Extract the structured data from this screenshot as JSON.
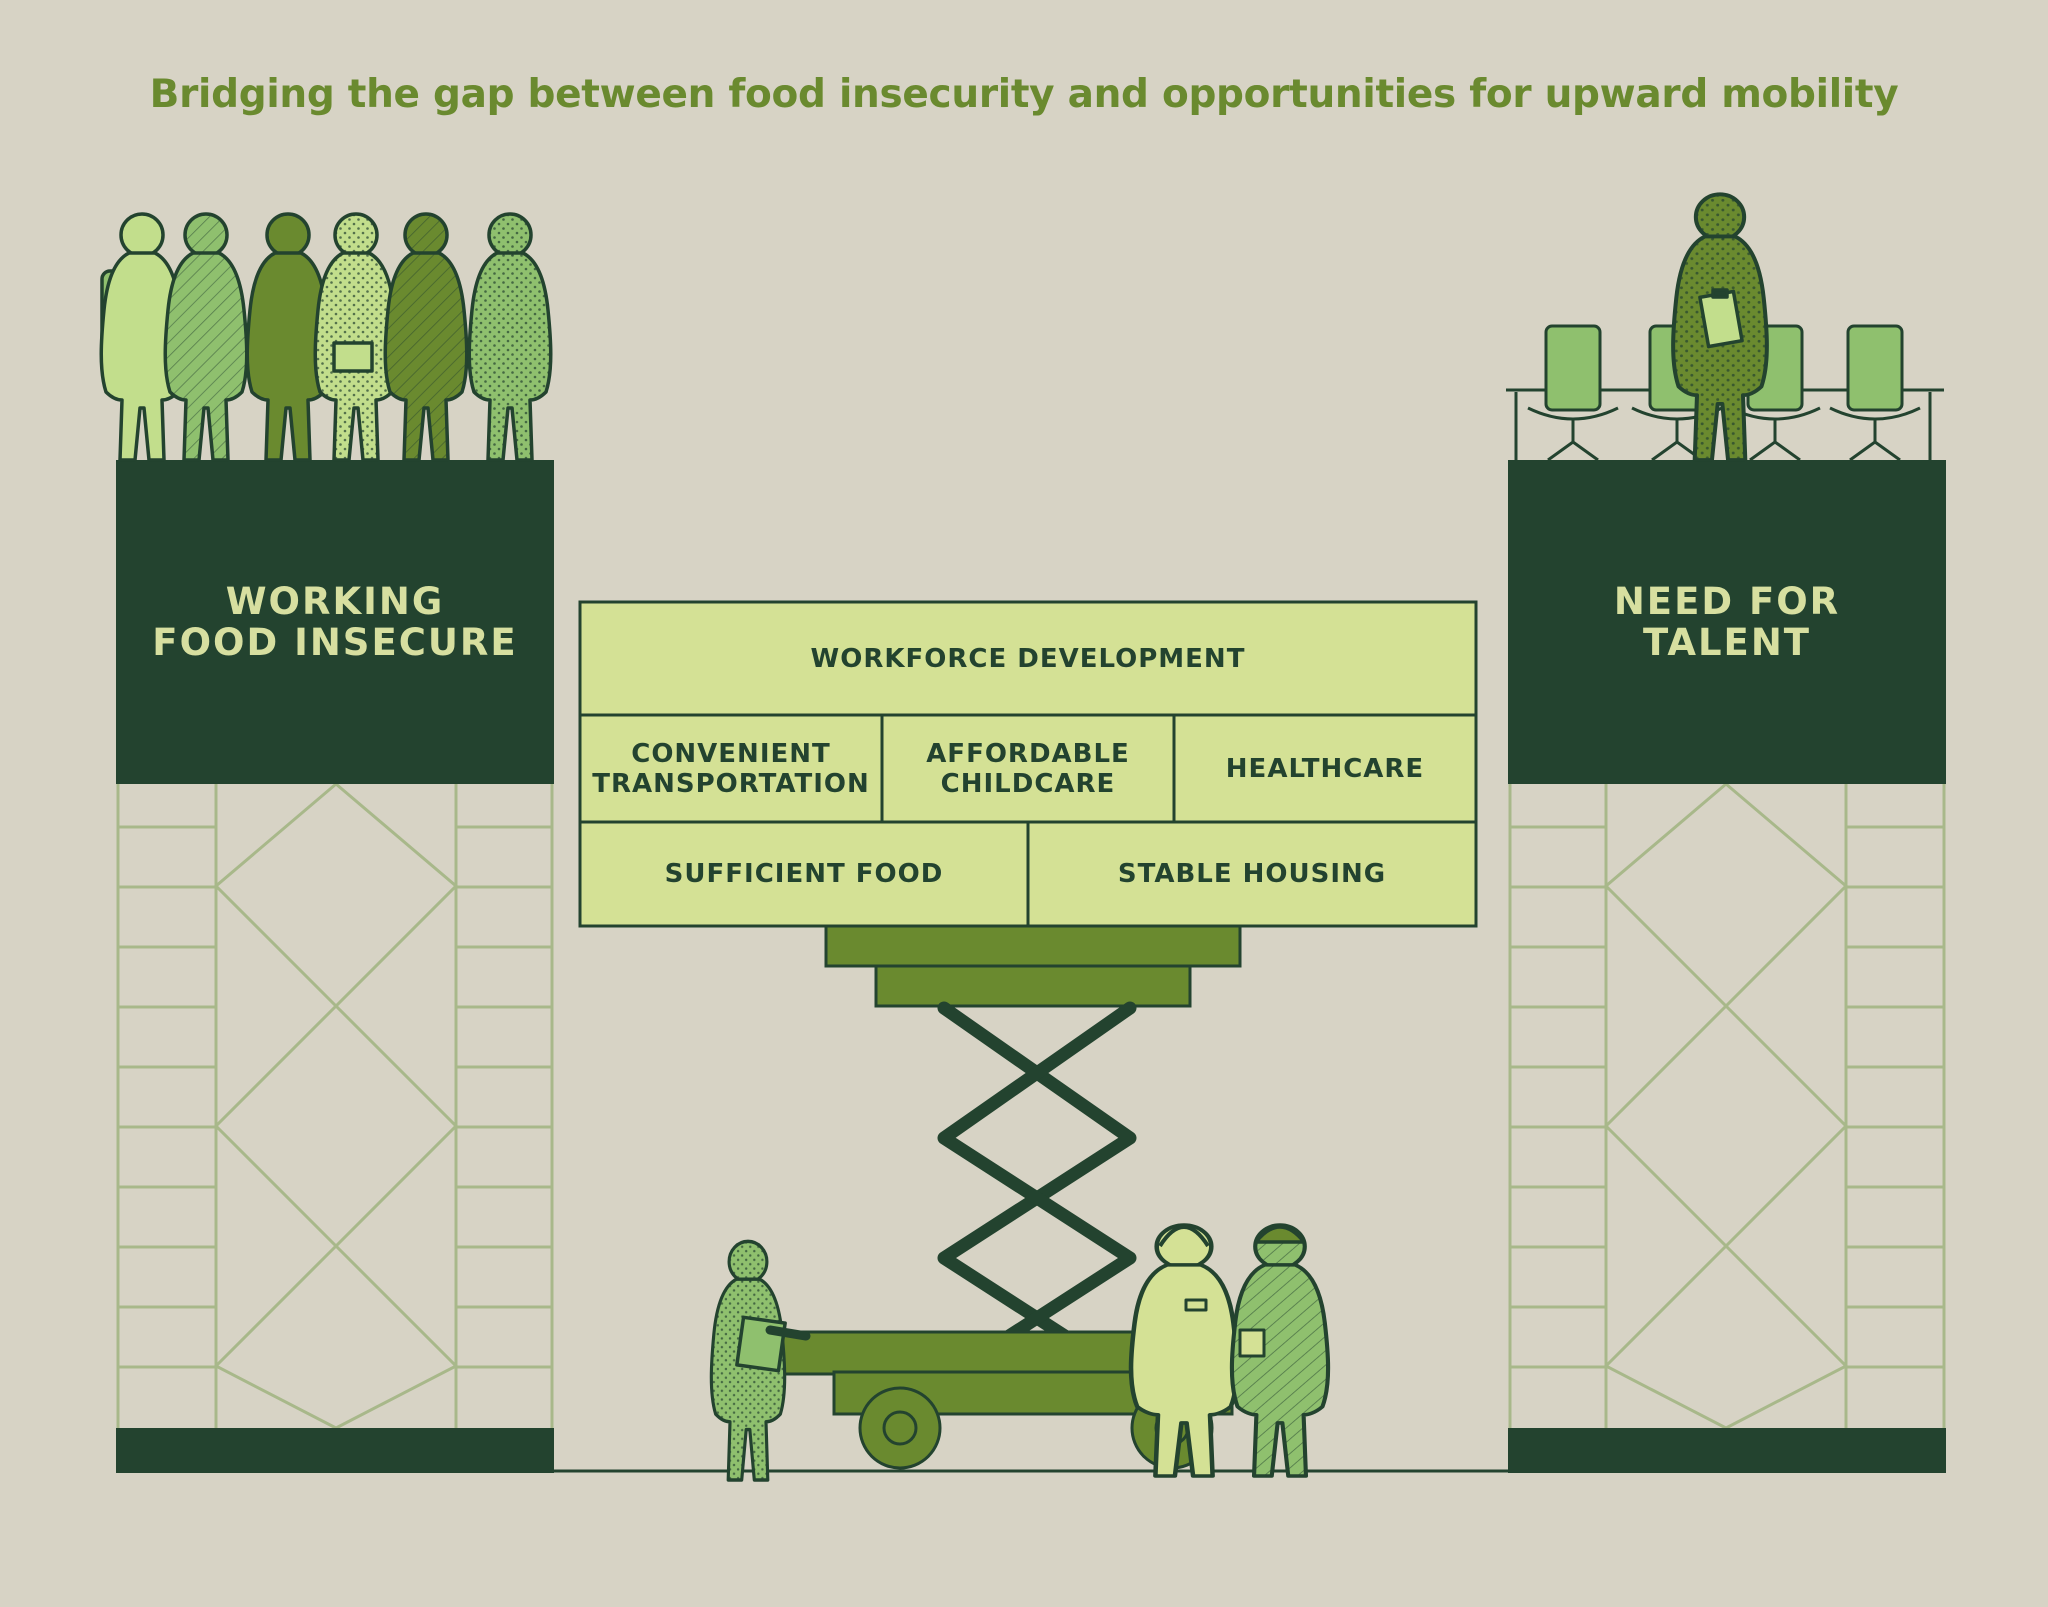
{
  "title": "Bridging the gap between food insecurity and opportunities for upward mobility",
  "left_tower": {
    "line1": "WORKING",
    "line2": "FOOD INSECURE"
  },
  "right_tower": {
    "line1": "NEED FOR",
    "line2": "TALENT"
  },
  "platform": {
    "top": "WORKFORCE DEVELOPMENT",
    "middle": [
      {
        "line1": "CONVENIENT",
        "line2": "TRANSPORTATION"
      },
      {
        "line1": "AFFORDABLE",
        "line2": "CHILDCARE"
      },
      {
        "line1": "HEALTHCARE",
        "line2": ""
      }
    ],
    "bottom": [
      "SUFFICIENT FOOD",
      "STABLE HOUSING"
    ]
  },
  "colors": {
    "background": "#d7d3c5",
    "dark_green": "#23432f",
    "olive": "#6a8a2f",
    "light_yellow_green": "#d4e195",
    "scaffold": "#a8b88a",
    "figure_light": "#c2de8c",
    "figure_mid": "#8fc06e",
    "figure_dark": "#6a8a2f"
  }
}
